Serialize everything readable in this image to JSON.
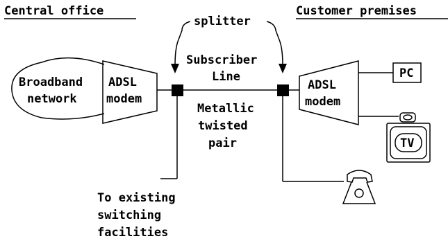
{
  "headings": {
    "left": "Central office",
    "right": "Customer premises"
  },
  "labels": {
    "splitter": "splitter",
    "broadband_1": "Broadband",
    "broadband_2": "network",
    "adsl_left_1": "ADSL",
    "adsl_left_2": "modem",
    "adsl_right_1": "ADSL",
    "adsl_right_2": "modem",
    "subscriber_1": "Subscriber",
    "subscriber_2": "Line",
    "metallic_1": "Metallic",
    "metallic_2": "twisted",
    "metallic_3": "pair",
    "pc": "PC",
    "tv": "TV",
    "existing_1": "To existing",
    "existing_2": "switching",
    "existing_3": "facilities"
  }
}
